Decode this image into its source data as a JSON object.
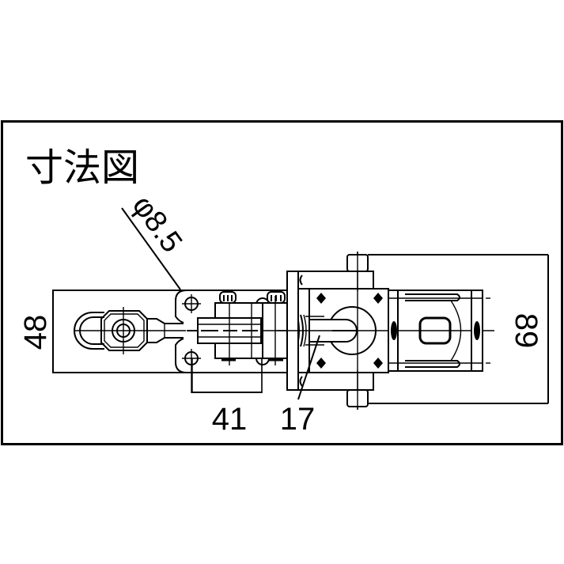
{
  "title": "寸法図",
  "dimensions": {
    "hole_diameter": "φ8.5",
    "base_height": "48",
    "hole_spacing": "41",
    "spindle_offset": "17",
    "overall_height": "89"
  },
  "colors": {
    "line": "#000000",
    "background": "#ffffff"
  }
}
